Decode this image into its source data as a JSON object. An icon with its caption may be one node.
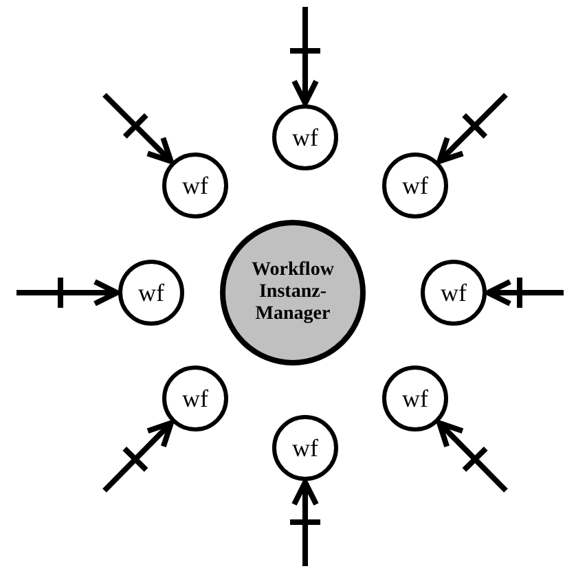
{
  "diagram": {
    "nodes": [
      {
        "text": [
          "wf"
        ]
      },
      {
        "text": [
          "wf"
        ]
      },
      {
        "text": [
          "wf"
        ]
      },
      {
        "text": [
          "wf"
        ]
      },
      {
        "text": [
          "Workflow Instanz-Manager"
        ]
      },
      {
        "text": [
          "wf"
        ]
      },
      {
        "text": [
          "wf"
        ]
      },
      {
        "text": [
          "wf"
        ]
      },
      {
        "text": [
          "wf"
        ]
      }
    ],
    "edges": [
      {
        "from": null,
        "to": 0,
        "arrow": "to"
      },
      {
        "from": null,
        "to": 1,
        "arrow": "to"
      },
      {
        "from": null,
        "to": 2,
        "arrow": "to"
      },
      {
        "from": null,
        "to": 3,
        "arrow": "to"
      },
      {
        "from": null,
        "to": 5,
        "arrow": "to"
      },
      {
        "from": null,
        "to": 6,
        "arrow": "to"
      },
      {
        "from": null,
        "to": 7,
        "arrow": "to"
      },
      {
        "from": null,
        "to": 8,
        "arrow": "to"
      }
    ]
  }
}
